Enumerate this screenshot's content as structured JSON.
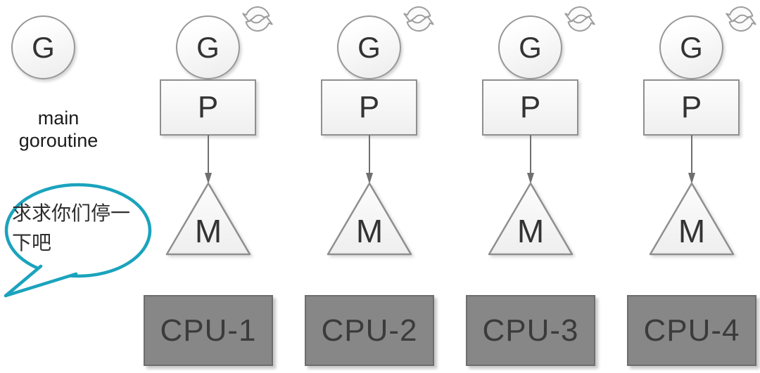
{
  "main": {
    "g_label": "G",
    "caption": [
      "main",
      "goroutine"
    ],
    "bubble": {
      "lines": [
        "求求你们停一",
        "下吧"
      ],
      "stroke_color": "#1aa3bd",
      "text_color": "#2e2e2e"
    }
  },
  "columns": [
    {
      "g_label": "G",
      "p_label": "P",
      "m_label": "M",
      "cpu_label": "CPU-1"
    },
    {
      "g_label": "G",
      "p_label": "P",
      "m_label": "M",
      "cpu_label": "CPU-2"
    },
    {
      "g_label": "G",
      "p_label": "P",
      "m_label": "M",
      "cpu_label": "CPU-3"
    },
    {
      "g_label": "G",
      "p_label": "P",
      "m_label": "M",
      "cpu_label": "CPU-4"
    }
  ],
  "icons": {
    "sync": "sync-icon"
  },
  "colors": {
    "accent_teal": "#1aa3bd",
    "cpu_fill": "#878787",
    "cpu_text": "#3b3b3b",
    "shape_border": "#8f8f8f",
    "letter": "#333333"
  }
}
